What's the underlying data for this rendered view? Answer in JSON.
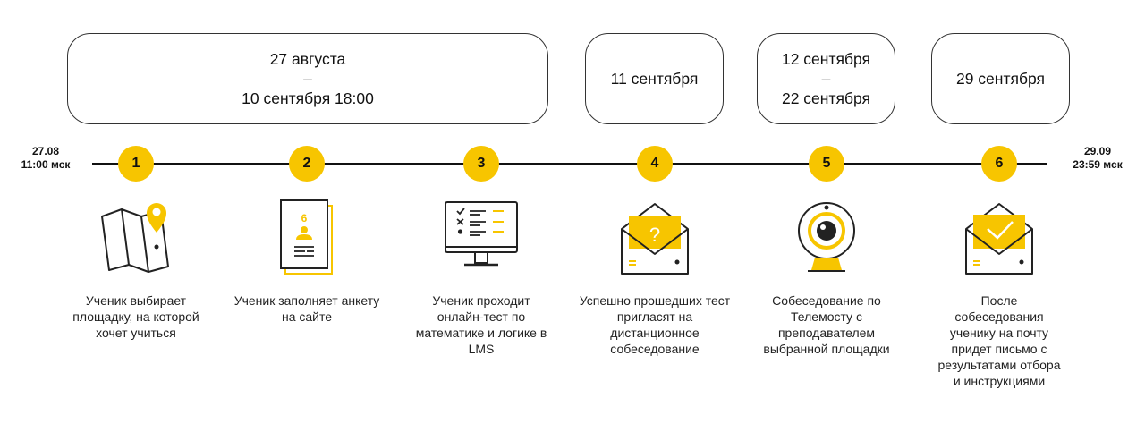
{
  "timeline": {
    "start": {
      "date": "27.08",
      "time": "11:00 мск"
    },
    "end": {
      "date": "29.09",
      "time": "23:59 мск"
    }
  },
  "periods": [
    {
      "lines": [
        "27 августа",
        "–",
        "10 сентября 18:00"
      ]
    },
    {
      "lines": [
        "11 сентября"
      ]
    },
    {
      "lines": [
        "12 сентября",
        "–",
        "22 сентября"
      ]
    },
    {
      "lines": [
        "29 сентября"
      ]
    }
  ],
  "steps": [
    {
      "number": "1",
      "icon": "map-pin-icon",
      "text": "Ученик выбирает площадку, на которой хочет учиться"
    },
    {
      "number": "2",
      "icon": "form-document-icon",
      "text": "Ученик заполняет анкету на сайте"
    },
    {
      "number": "3",
      "icon": "monitor-test-icon",
      "text": "Ученик проходит онлайн-тест по математике и логике в LMS"
    },
    {
      "number": "4",
      "icon": "envelope-question-icon",
      "text": "Успешно прошедших тест пригласят на дистанционное собеседование"
    },
    {
      "number": "5",
      "icon": "webcam-icon",
      "text": "Собеседование по Телемосту с преподавателем выбранной площадки"
    },
    {
      "number": "6",
      "icon": "envelope-check-icon",
      "text": "После собеседования ученику на почту придет письмо с результатами отбора и инструкциями"
    }
  ],
  "colors": {
    "accent": "#f7c500",
    "line": "#111111"
  }
}
